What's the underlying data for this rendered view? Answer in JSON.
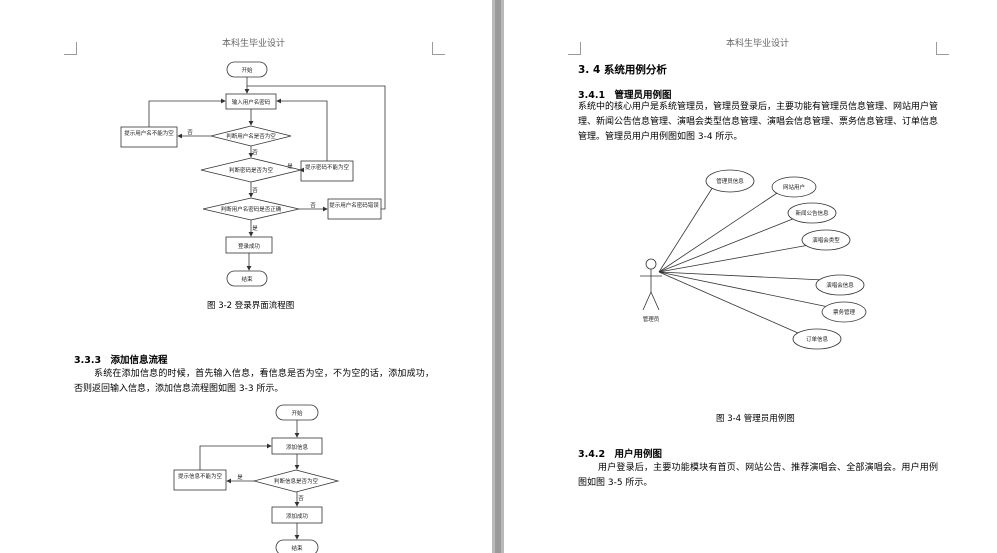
{
  "left_page": {
    "header": "本科生毕业设计",
    "flow1": {
      "start": "开始",
      "input": "输入用户名密码",
      "check_empty_user": "判断用户名是否为空",
      "check_empty_pwd": "判断密码是否为空",
      "check_correct": "判断用户名密码是否正确",
      "prompt_user_empty": "提示用户名不能为空",
      "prompt_pwd_empty": "提示密码不能为空",
      "prompt_wrong": "提示用户名密码错误",
      "success": "登录成功",
      "end": "结束",
      "yes": "是",
      "no": "否",
      "caption": "图 3-2 登录界面流程图"
    },
    "section": {
      "title": "3.3.3　添加信息流程",
      "paragraph": "系统在添加信息的时候，首先输入信息，看信息是否为空，不为空的话，添加成功，否则返回输入信息，添加信息流程图如图 3-3 所示。"
    },
    "flow2": {
      "start": "开始",
      "add": "添加信息",
      "check": "判断信息是否为空",
      "prompt": "提示信息不能为空",
      "success": "添加成功",
      "end": "结束",
      "yes": "是",
      "no": "否"
    }
  },
  "right_page": {
    "header": "本科生毕业设计",
    "section_title": "3. 4 系统用例分析",
    "sub1": {
      "title": "3.4.1　管理员用例图",
      "paragraph": "系统中的核心用户是系统管理员，管理员登录后，主要功能有管理员信息管理、网站用户管理、新闻公告信息管理、演唱会类型信息管理、演唱会信息管理、票务信息管理、订单信息管理。管理员用户用例图如图 3-4 所示。"
    },
    "usecase": {
      "actor": "管理员",
      "cases": [
        "管理员信息",
        "网站用户",
        "新闻公告信息",
        "演唱会类型",
        "演唱会信息",
        "票务管理",
        "订单信息"
      ],
      "caption": "图 3-4 管理员用例图"
    },
    "sub2": {
      "title": "3.4.2　用户用例图",
      "paragraph": "用户登录后，主要功能模块有首页、网站公告、推荐演唱会、全部演唱会。用户用例图如图 3-5 所示。"
    }
  }
}
